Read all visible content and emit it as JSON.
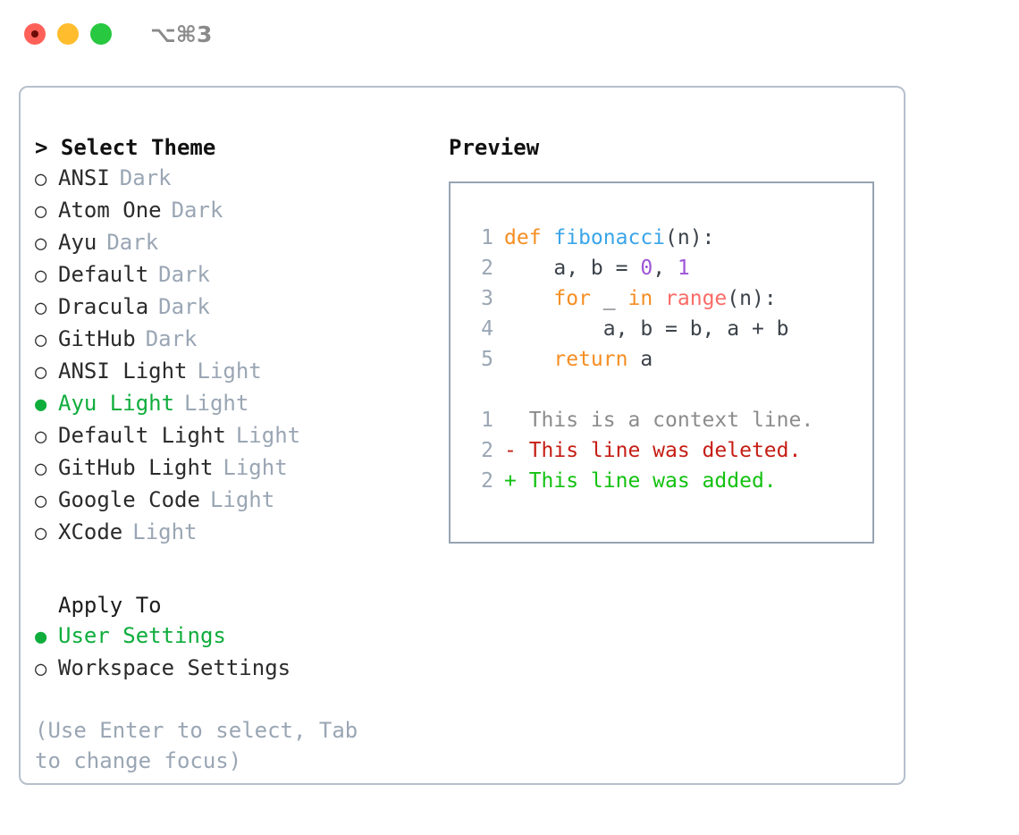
{
  "titlebar": {
    "shortcut": "⌥⌘3",
    "lights": [
      {
        "name": "close",
        "color": "#ff6159"
      },
      {
        "name": "minimize",
        "color": "#ffbd2e"
      },
      {
        "name": "maximize",
        "color": "#28c840"
      }
    ]
  },
  "theme_panel": {
    "prompt": "> Select Theme",
    "marker_selected": "●",
    "marker_unselected": "○",
    "themes": [
      {
        "label": "ANSI",
        "variant": "Dark",
        "selected": false
      },
      {
        "label": "Atom One",
        "variant": "Dark",
        "selected": false
      },
      {
        "label": "Ayu",
        "variant": "Dark",
        "selected": false
      },
      {
        "label": "Default",
        "variant": "Dark",
        "selected": false
      },
      {
        "label": "Dracula",
        "variant": "Dark",
        "selected": false
      },
      {
        "label": "GitHub",
        "variant": "Dark",
        "selected": false
      },
      {
        "label": "ANSI Light",
        "variant": "Light",
        "selected": false
      },
      {
        "label": "Ayu Light",
        "variant": "Light",
        "selected": true
      },
      {
        "label": "Default Light",
        "variant": "Light",
        "selected": false
      },
      {
        "label": "GitHub Light",
        "variant": "Light",
        "selected": false
      },
      {
        "label": "Google Code",
        "variant": "Light",
        "selected": false
      },
      {
        "label": "XCode",
        "variant": "Light",
        "selected": false
      }
    ],
    "apply_to_header": "Apply To",
    "apply_to": [
      {
        "label": "User Settings",
        "selected": true
      },
      {
        "label": "Workspace Settings",
        "selected": false
      }
    ],
    "hint": "(Use Enter to select, Tab to change focus)"
  },
  "preview": {
    "title": "Preview",
    "code_lines": [
      {
        "no": "1",
        "tokens": [
          {
            "t": "def ",
            "c": "kw"
          },
          {
            "t": "fibonacci",
            "c": "fn"
          },
          {
            "t": "(n):",
            "c": "pl"
          }
        ]
      },
      {
        "no": "2",
        "tokens": [
          {
            "t": "    a, b = ",
            "c": "pl"
          },
          {
            "t": "0",
            "c": "num"
          },
          {
            "t": ", ",
            "c": "pl"
          },
          {
            "t": "1",
            "c": "num"
          }
        ]
      },
      {
        "no": "3",
        "tokens": [
          {
            "t": "    ",
            "c": "pl"
          },
          {
            "t": "for",
            "c": "kw"
          },
          {
            "t": " _ ",
            "c": "pl"
          },
          {
            "t": "in",
            "c": "kw"
          },
          {
            "t": " ",
            "c": "pl"
          },
          {
            "t": "range",
            "c": "bi"
          },
          {
            "t": "(n):",
            "c": "pl"
          }
        ]
      },
      {
        "no": "4",
        "tokens": [
          {
            "t": "        a, b = b, a + b",
            "c": "pl"
          }
        ]
      },
      {
        "no": "5",
        "tokens": [
          {
            "t": "    ",
            "c": "pl"
          },
          {
            "t": "return",
            "c": "kw"
          },
          {
            "t": " a",
            "c": "pl"
          }
        ]
      }
    ],
    "diff_lines": [
      {
        "no": "1",
        "text": "  This is a context line.",
        "kind": "ctx"
      },
      {
        "no": "2",
        "text": "- This line was deleted.",
        "kind": "del"
      },
      {
        "no": "2",
        "text": "+ This line was added.",
        "kind": "add"
      }
    ]
  },
  "colors": {
    "accent_green": "#0fad3c",
    "muted": "#9aa6b4",
    "border": "#b6bfcc",
    "preview_border": "#97a3b3",
    "kw": "#f58e23",
    "fn": "#3aa5e8",
    "num": "#9d55d6",
    "builtin": "#fa6b66",
    "plain": "#3b424a",
    "diff_context": "#8c8c8c",
    "diff_deleted": "#c51d14",
    "diff_added": "#13c111"
  }
}
